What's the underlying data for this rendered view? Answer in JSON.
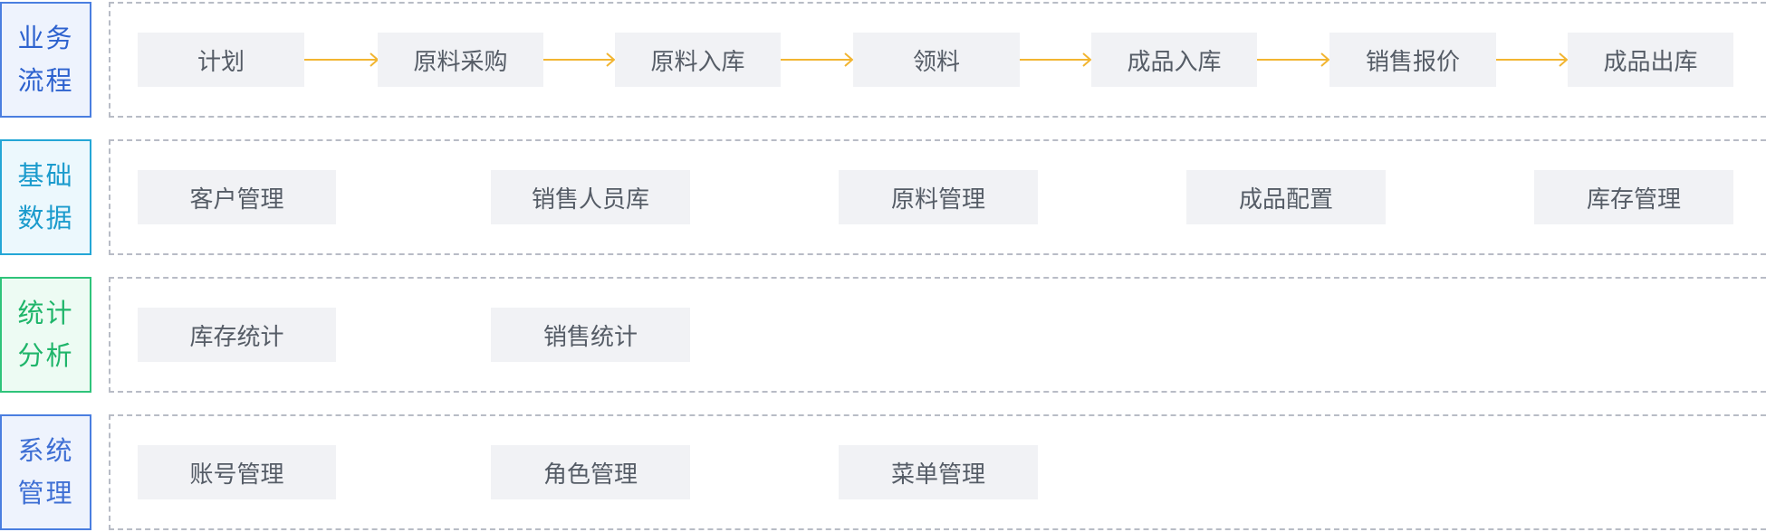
{
  "colors": {
    "business": {
      "border": "#4a7ee0",
      "text": "#2d62cf",
      "bg": "#eef3fd"
    },
    "basic": {
      "border": "#24a6d6",
      "text": "#1b9bcd",
      "bg": "#ecf8fd"
    },
    "stats": {
      "border": "#2fc47a",
      "text": "#1fb56a",
      "bg": "#edfbf3"
    },
    "system": {
      "border": "#4a7ee0",
      "text": "#3e6fd4",
      "bg": "#eef3fd"
    },
    "arrow": "#f2b531"
  },
  "sections": {
    "business": {
      "title_line1": "业务",
      "title_line2": "流程",
      "items": [
        "计划",
        "原料采购",
        "原料入库",
        "领料",
        "成品入库",
        "销售报价",
        "成品出库"
      ]
    },
    "basic": {
      "title_line1": "基础",
      "title_line2": "数据",
      "items": [
        "客户管理",
        "销售人员库",
        "原料管理",
        "成品配置",
        "库存管理"
      ]
    },
    "stats": {
      "title_line1": "统计",
      "title_line2": "分析",
      "items": [
        "库存统计",
        "销售统计"
      ]
    },
    "system": {
      "title_line1": "系统",
      "title_line2": "管理",
      "items": [
        "账号管理",
        "角色管理",
        "菜单管理"
      ]
    }
  }
}
